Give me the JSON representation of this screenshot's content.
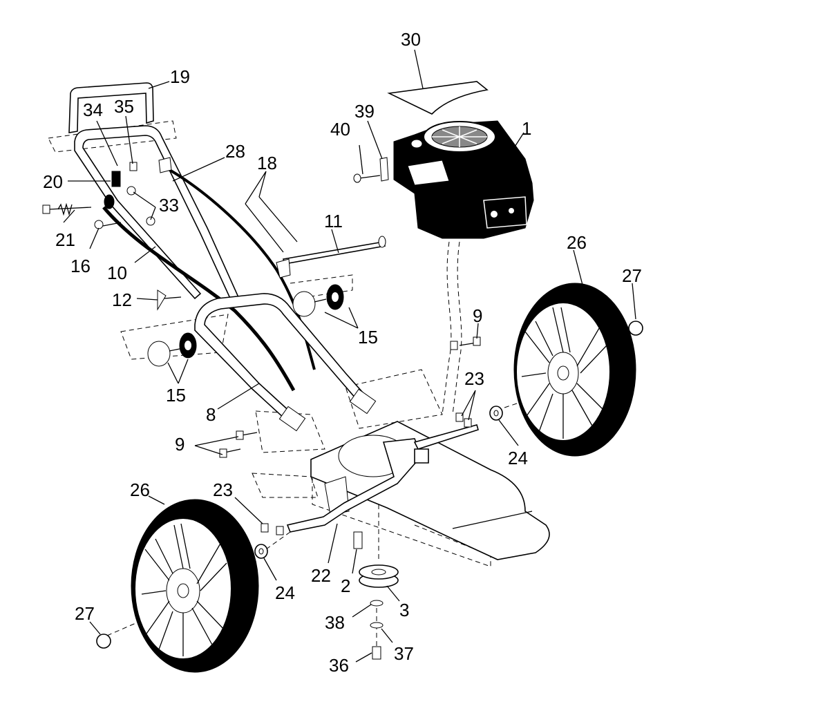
{
  "diagram": {
    "callouts": [
      {
        "id": "c1",
        "text": "1"
      },
      {
        "id": "c2",
        "text": "2"
      },
      {
        "id": "c3",
        "text": "3"
      },
      {
        "id": "c8",
        "text": "8"
      },
      {
        "id": "c9a",
        "text": "9"
      },
      {
        "id": "c9b",
        "text": "9"
      },
      {
        "id": "c10",
        "text": "10"
      },
      {
        "id": "c11",
        "text": "11"
      },
      {
        "id": "c12",
        "text": "12"
      },
      {
        "id": "c15a",
        "text": "15"
      },
      {
        "id": "c15b",
        "text": "15"
      },
      {
        "id": "c16",
        "text": "16"
      },
      {
        "id": "c18",
        "text": "18"
      },
      {
        "id": "c19",
        "text": "19"
      },
      {
        "id": "c20",
        "text": "20"
      },
      {
        "id": "c21",
        "text": "21"
      },
      {
        "id": "c22",
        "text": "22"
      },
      {
        "id": "c23a",
        "text": "23"
      },
      {
        "id": "c23b",
        "text": "23"
      },
      {
        "id": "c24a",
        "text": "24"
      },
      {
        "id": "c24b",
        "text": "24"
      },
      {
        "id": "c26a",
        "text": "26"
      },
      {
        "id": "c26b",
        "text": "26"
      },
      {
        "id": "c27a",
        "text": "27"
      },
      {
        "id": "c27b",
        "text": "27"
      },
      {
        "id": "c28",
        "text": "28"
      },
      {
        "id": "c30",
        "text": "30"
      },
      {
        "id": "c33",
        "text": "33"
      },
      {
        "id": "c34",
        "text": "34"
      },
      {
        "id": "c35",
        "text": "35"
      },
      {
        "id": "c36",
        "text": "36"
      },
      {
        "id": "c37",
        "text": "37"
      },
      {
        "id": "c38",
        "text": "38"
      },
      {
        "id": "c39",
        "text": "39"
      },
      {
        "id": "c40",
        "text": "40"
      }
    ]
  }
}
